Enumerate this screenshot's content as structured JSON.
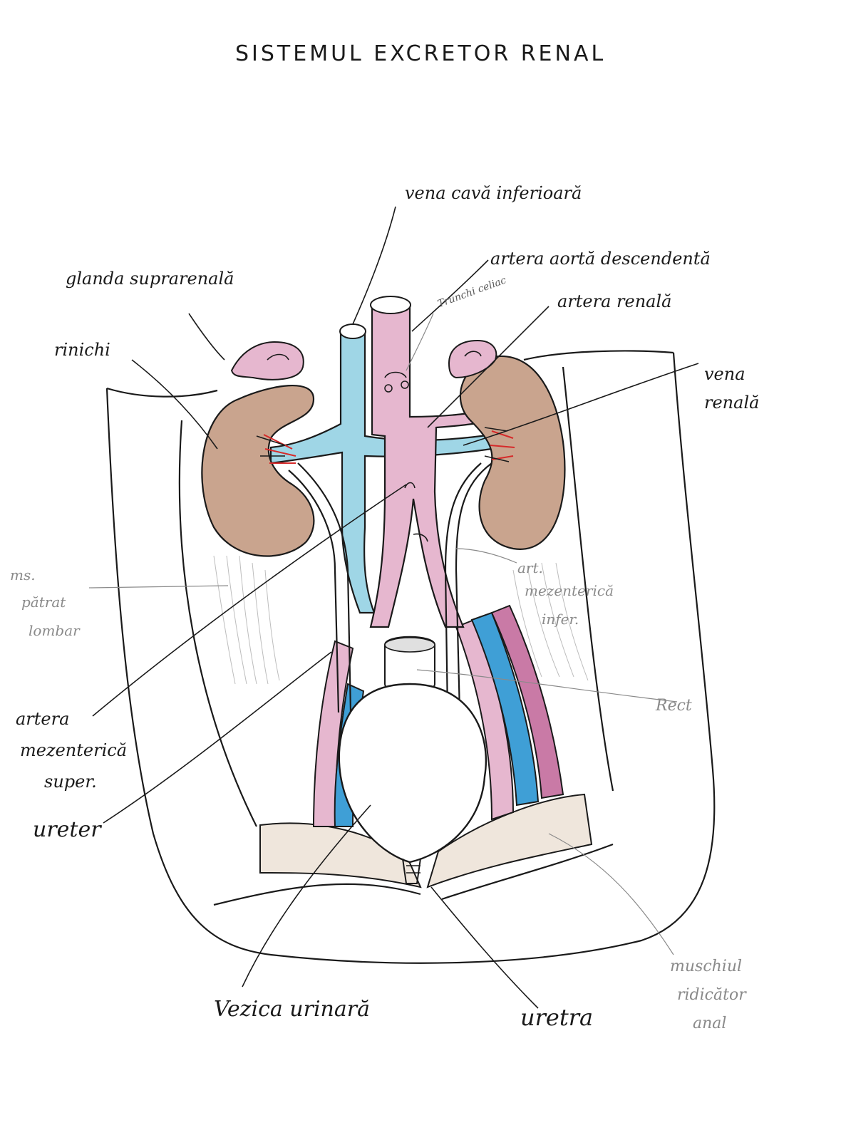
{
  "title": "SISTEMUL EXCRETOR RENAL",
  "labels": {
    "vena_cava_inferioara": "vena cavă inferioară",
    "artera_aorta_descendenta": "artera aortă descendentă",
    "trunchi_celiac": "Trunchi celiac",
    "artera_renala": "artera renală",
    "glanda_suprarenala": "glanda suprarenală",
    "rinichi": "rinichi",
    "vena_renala_1": "vena",
    "vena_renala_2": "renală",
    "ms_1": "ms.",
    "ms_2": "pătrat",
    "ms_3": "lombar",
    "art_mez_inf_1": "art.",
    "art_mez_inf_2": "mezenterică",
    "art_mez_inf_3": "infer.",
    "rect": "Rect",
    "artera_mez_sup_1": "artera",
    "artera_mez_sup_2": "mezenterică",
    "artera_mez_sup_3": "super.",
    "ureter": "ureter",
    "muschiul_1": "muschiul",
    "muschiul_2": "ridicător",
    "muschiul_3": "anal",
    "vezica_urinara": "Vezica urinară",
    "uretra": "uretra"
  },
  "colors": {
    "ink": "#1a1a1a",
    "kidney": "#c9a48e",
    "vein": "#9fd6e6",
    "vein_dark": "#3f9fd6",
    "artery": "#e6b7cf",
    "artery_dark": "#c97aa6",
    "red": "#d62a2a",
    "muscle": "#efe6dc"
  }
}
